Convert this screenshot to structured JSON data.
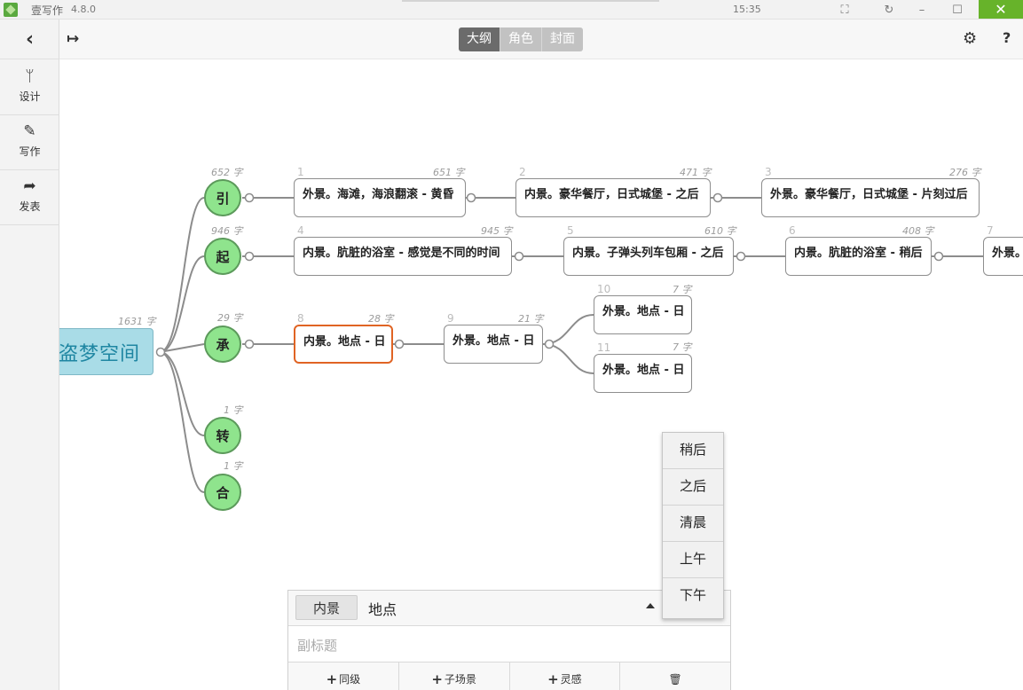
{
  "titlebar": {
    "app_name": "壹写作",
    "version": "4.8.0",
    "clock": "15:35"
  },
  "sidebar": {
    "back_icon": "chevron-left-icon",
    "items": [
      {
        "label": "设计",
        "icon": "branch-icon"
      },
      {
        "label": "写作",
        "icon": "pencil-icon"
      },
      {
        "label": "发表",
        "icon": "share-icon"
      }
    ]
  },
  "header": {
    "tabs": [
      {
        "label": "大纲",
        "active": true
      },
      {
        "label": "角色",
        "active": false
      },
      {
        "label": "封面",
        "active": false
      }
    ],
    "settings_icon": "gear-icon",
    "help_label": "?"
  },
  "outline": {
    "root": {
      "title": "盗梦空间",
      "word_count": "1631 字"
    },
    "acts": [
      {
        "label": "引",
        "word_count": "652 字"
      },
      {
        "label": "起",
        "word_count": "946 字"
      },
      {
        "label": "承",
        "word_count": "29 字"
      },
      {
        "label": "转",
        "word_count": "1 字"
      },
      {
        "label": "合",
        "word_count": "1 字"
      }
    ],
    "scenes": [
      {
        "index": "1",
        "title": "外景。海滩，海浪翻滚 - 黄昏",
        "word_count": "651 字"
      },
      {
        "index": "2",
        "title": "内景。豪华餐厅，日式城堡 - 之后",
        "word_count": "471 字"
      },
      {
        "index": "3",
        "title": "外景。豪华餐厅，日式城堡 - 片刻过后",
        "word_count": "276 字"
      },
      {
        "index": "4",
        "title": "内景。肮脏的浴室 - 感觉是不同的时间",
        "word_count": "945 字"
      },
      {
        "index": "5",
        "title": "内景。子弹头列车包厢 - 之后",
        "word_count": "610 字"
      },
      {
        "index": "6",
        "title": "内景。肮脏的浴室 - 稍后",
        "word_count": "408 字"
      },
      {
        "index": "7",
        "title": "外景。"
      },
      {
        "index": "8",
        "title": "内景。地点 - 日",
        "word_count": "28 字"
      },
      {
        "index": "9",
        "title": "外景。地点 - 日",
        "word_count": "21 字"
      },
      {
        "index": "10",
        "title": "外景。地点 - 日",
        "word_count": "7 字"
      },
      {
        "index": "11",
        "title": "外景。地点 - 日",
        "word_count": "7 字"
      }
    ]
  },
  "editor": {
    "scene_type": "内景",
    "location": "地点",
    "subtitle_placeholder": "副标题",
    "buttons": [
      {
        "label": "同级",
        "icon": "plus-icon"
      },
      {
        "label": "子场景",
        "icon": "plus-icon"
      },
      {
        "label": "灵感",
        "icon": "plus-icon"
      },
      {
        "label": "",
        "icon": "trash-icon"
      }
    ]
  },
  "time_dropdown": {
    "options": [
      "稍后",
      "之后",
      "清晨",
      "上午",
      "下午"
    ]
  }
}
